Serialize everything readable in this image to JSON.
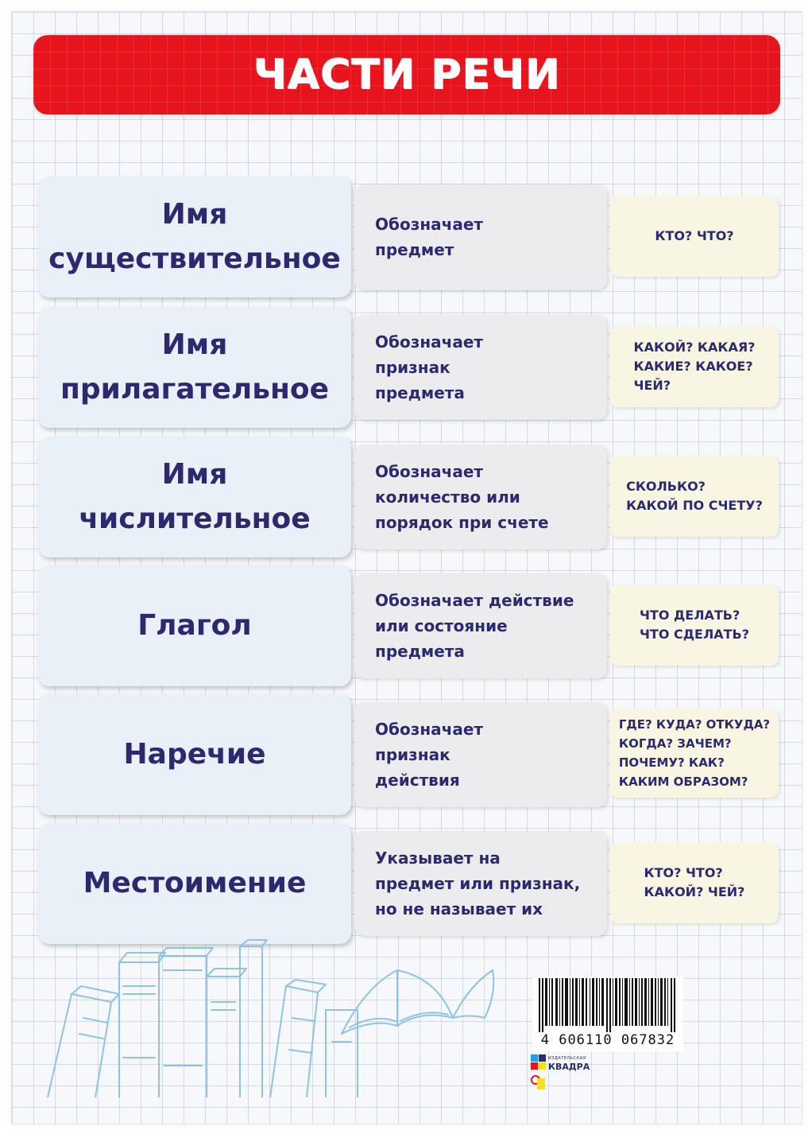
{
  "header": {
    "title": "ЧАСТИ РЕЧИ"
  },
  "rows": [
    {
      "term": "Имя\nсуществительное",
      "description": "Обозначает\nпредмет",
      "questions": "КТО? ЧТО?"
    },
    {
      "term": "Имя\nприлагательное",
      "description": "Обозначает\nпризнак\nпредмета",
      "questions": "КАКОЙ? КАКАЯ?\nКАКИЕ? КАКОЕ?\nЧЕЙ?"
    },
    {
      "term": "Имя\nчислительное",
      "description": "Обозначает\nколичество или\nпорядок при счете",
      "questions": "СКОЛЬКО?\nКАКОЙ ПО СЧЕТУ?"
    },
    {
      "term": "Глагол",
      "description": "Обозначает действие\nили состояние\nпредмета",
      "questions": "ЧТО ДЕЛАТЬ?\nЧТО СДЕЛАТЬ?"
    },
    {
      "term": "Наречие",
      "description": "Обозначает\nпризнак\nдействия",
      "questions": "ГДЕ? КУДА? ОТКУДА?\nКОГДА? ЗАЧЕМ?\nПОЧЕМУ? КАК?\nКАКИМ ОБРАЗОМ?"
    },
    {
      "term": "Местоимение",
      "description": "Указывает на\nпредмет или признак,\nно не называет их",
      "questions": "КТО? ЧТО?\nКАКОЙ? ЧЕЙ?"
    }
  ],
  "barcode": {
    "digits": "4 606110 067832"
  },
  "publisher": {
    "small_text": "ИЗДАТЕЛЬСКАЯ",
    "name": "КВАДРА"
  },
  "colors": {
    "header_red": "#e8141d",
    "text_navy": "#2b2a6e",
    "term_bg": "#eaf0f7",
    "description_bg": "#ececee",
    "questions_bg": "#f8f5e3"
  }
}
